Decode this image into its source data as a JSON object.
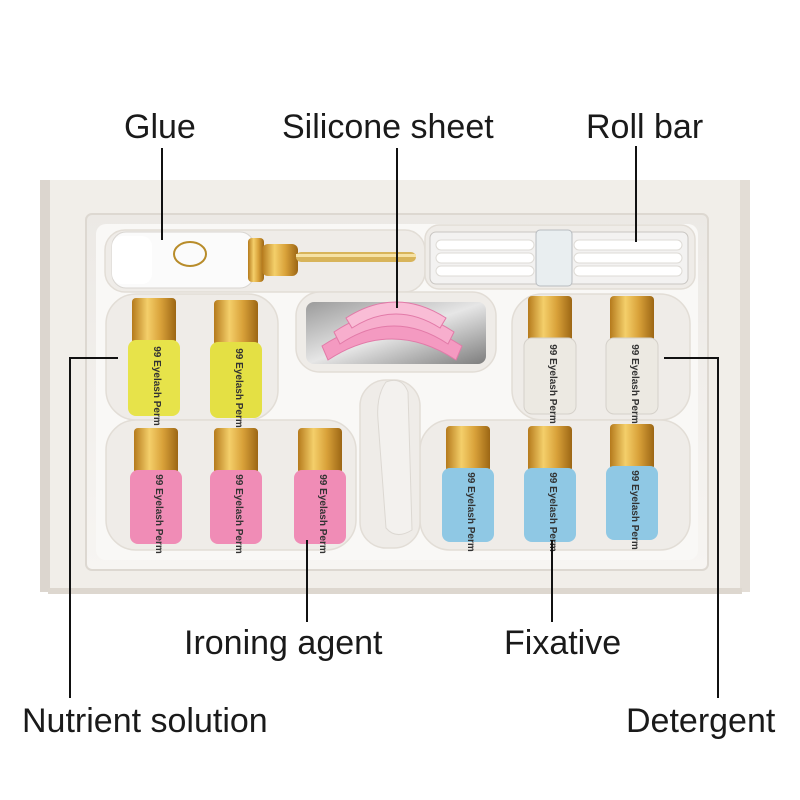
{
  "labels": {
    "glue": "Glue",
    "silicone_sheet": "Silicone sheet",
    "roll_bar": "Roll bar",
    "nutrient_solution": "Nutrient solution",
    "ironing_agent": "Ironing agent",
    "fixative": "Fixative",
    "detergent": "Detergent"
  },
  "product": {
    "bottle_text": "99 Eyelash Perm"
  },
  "colors": {
    "nutrient_liquid": "#e7e34a",
    "ironing_liquid": "#f08cb6",
    "fixative_liquid": "#8fc8e4",
    "detergent_liquid": "#ece9e2",
    "cap_gold": "#d9a23a",
    "tray": "#f6f4f1",
    "silicone": "#f49ac1"
  }
}
